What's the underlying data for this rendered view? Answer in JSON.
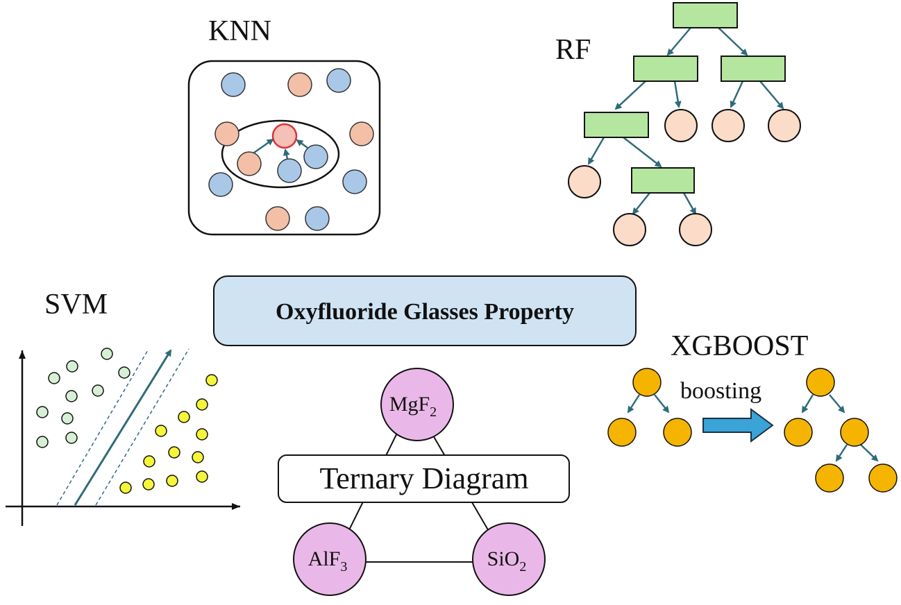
{
  "labels": {
    "knn": "KNN",
    "rf": "RF",
    "svm": "SVM",
    "xgboost": "XGBOOST",
    "boosting": "boosting",
    "center": "Oxyfluoride Glasses Property",
    "ternary": "Ternary Diagram",
    "mgf2_main": "MgF",
    "mgf2_sub": "2",
    "alf3_main": "AlF",
    "alf3_sub": "3",
    "sio2_main": "SiO",
    "sio2_sub": "2"
  },
  "colors": {
    "blue_point": "#a9c8e8",
    "salmon_point": "#f3bfa7",
    "query_point_fill": "#f5c0b8",
    "query_point_stroke": "#e03030",
    "tree_node": "#b5e6a0",
    "leaf_node": "#fbdcc8",
    "tree_edge": "#2f6b7a",
    "green_point": "#d6f0d4",
    "yellow_point": "#f5f53a",
    "xgb_node": "#f5b400",
    "boost_arrow": "#3aa3d8",
    "ternary_node": "#eab8e8",
    "center_box": "#cfe3f3"
  }
}
